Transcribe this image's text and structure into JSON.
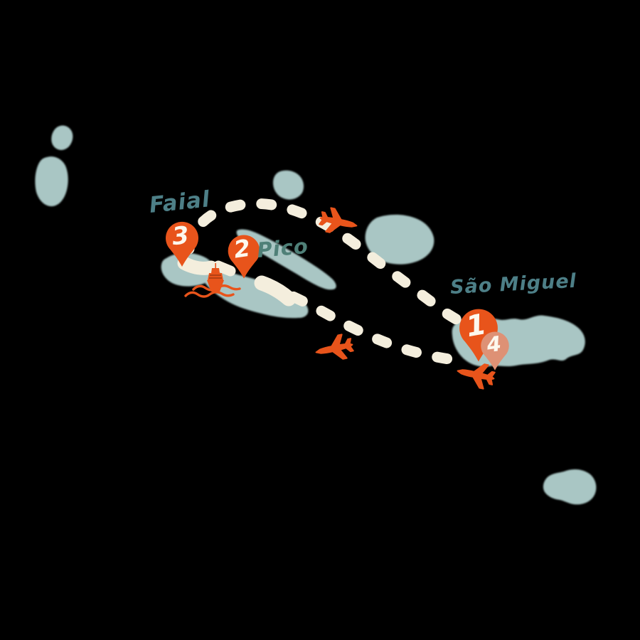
{
  "map": {
    "island_labels": {
      "faial": "Faial",
      "pico": "Pico",
      "sao_miguel": "São Miguel"
    },
    "pins": [
      {
        "number": "1",
        "style": "primary"
      },
      {
        "number": "2",
        "style": "primary"
      },
      {
        "number": "3",
        "style": "primary"
      },
      {
        "number": "4",
        "style": "secondary"
      }
    ],
    "icons": {
      "plane": "airplane-icon",
      "boat": "boat-icon",
      "pin": "map-pin-icon"
    },
    "colors": {
      "background": "#000000",
      "island": "#a9c6c4",
      "route": "#f4eedd",
      "accent": "#e8541b",
      "pin_primary": "#e8541b",
      "pin_secondary": "#de9175",
      "pin_number": "#fdf8ee",
      "label_teal": "#4d7f87",
      "label_green": "#4f8078"
    }
  }
}
